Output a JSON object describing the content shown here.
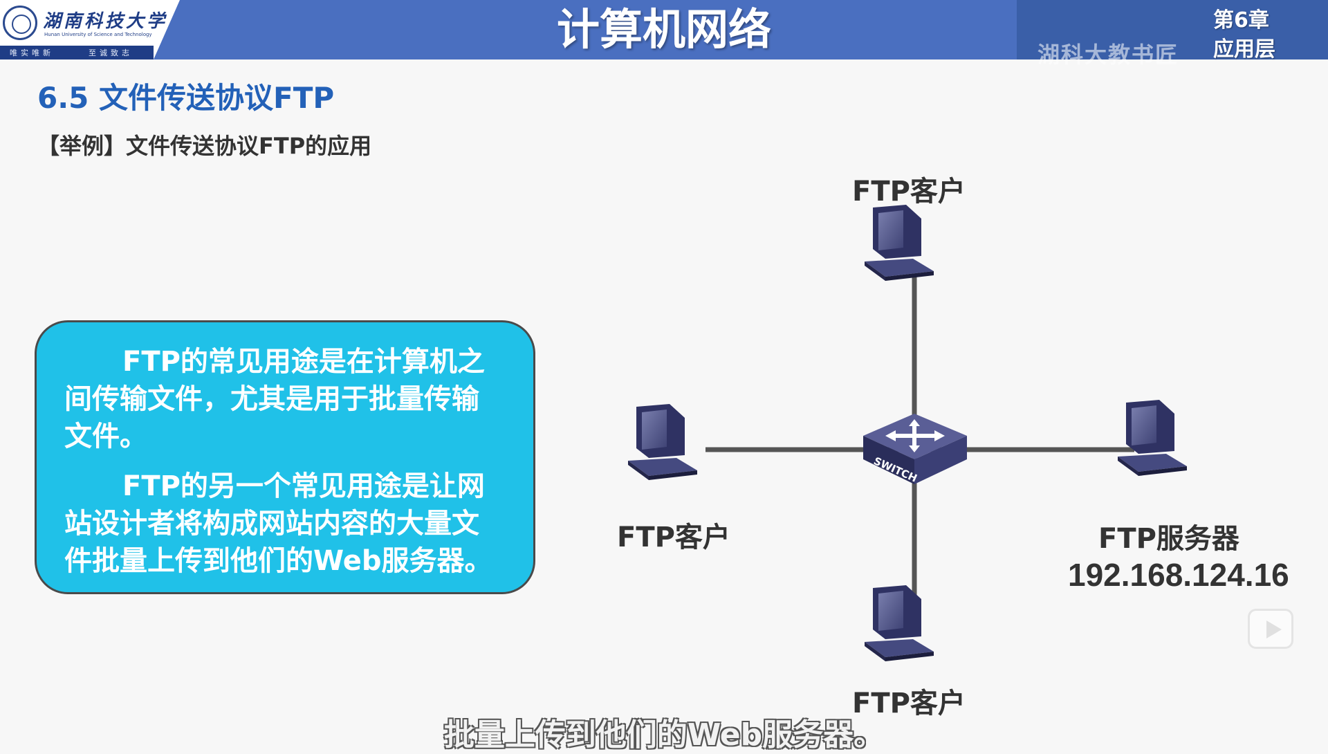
{
  "header": {
    "logo_name": "湖南科技大学",
    "logo_english": "Hunan University of Science and Technology",
    "logo_motto_left": "唯实唯新",
    "logo_motto_right": "至诚致志",
    "title": "计算机网络",
    "chapter": "第6章",
    "chapter_sub": "应用层",
    "watermark": "湖科大教书匠"
  },
  "section": {
    "title": "6.5 文件传送协议FTP",
    "example": "【举例】文件传送协议FTP的应用"
  },
  "info_box": {
    "paragraph1": "FTP的常见用途是在计算机之间传输文件，尤其是用于批量传输文件。",
    "paragraph2": "FTP的另一个常见用途是让网站设计者将构成网站内容的大量文件批量上传到他们的Web服务器。"
  },
  "diagram": {
    "switch_label": "SWITCH",
    "client_top": "FTP客户",
    "client_left": "FTP客户",
    "client_bottom": "FTP客户",
    "server": "FTP服务器",
    "server_ip": "192.168.124.16"
  },
  "subtitle": "批量上传到他们的Web服务器。",
  "colors": {
    "header_blue": "#4a6fc0",
    "section_blue": "#2361b8",
    "box_cyan": "#20c1e8"
  }
}
